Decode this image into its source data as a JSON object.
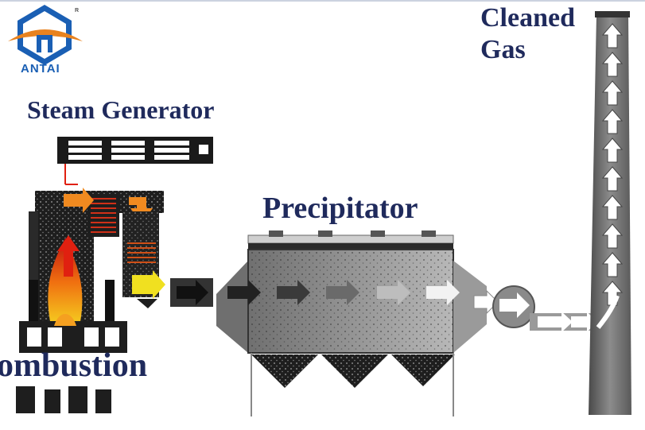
{
  "logo": {
    "brand": "ANTAI",
    "registered_mark": "R",
    "color_blue": "#1a5fb4",
    "color_orange": "#e8821e"
  },
  "labels": {
    "steam_generator": "Steam Generator",
    "precipitator": "Precipitator",
    "combustion": "ombustion",
    "cleaned_gas_line1": "Cleaned",
    "cleaned_gas_line2": "Gas"
  },
  "colors": {
    "label_navy": "#1f2a5c",
    "flame_red": "#e02010",
    "flame_orange": "#f5a020",
    "flow_orange": "#f08a20",
    "flow_yellow": "#f0e020",
    "precipitator_gray": "#8a8a8a",
    "dark_body": "#1e1e1e"
  }
}
